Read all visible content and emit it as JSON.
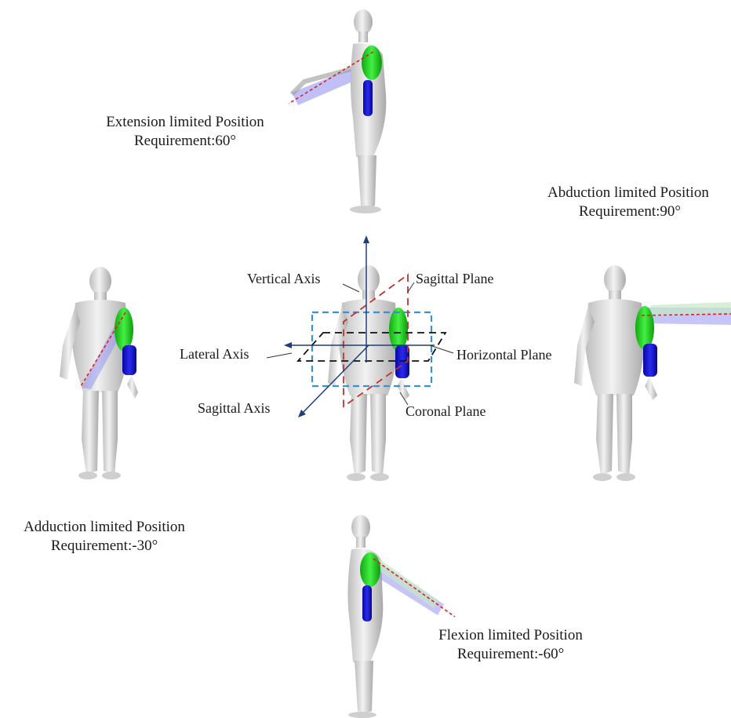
{
  "positions": {
    "extension": {
      "title": "Extension limited Position",
      "requirement": "Requirement:60°"
    },
    "abduction": {
      "title": "Abduction limited Position",
      "requirement": "Requirement:90°"
    },
    "adduction": {
      "title": "Adduction limited Position",
      "requirement": "Requirement:-30°"
    },
    "flexion": {
      "title": "Flexion limited Position",
      "requirement": "Requirement:-60°"
    }
  },
  "axes": {
    "vertical": "Vertical Axis",
    "lateral": "Lateral Axis",
    "sagittal": "Sagittal Axis"
  },
  "planes": {
    "sagittal": "Sagittal Plane",
    "horizontal": "Horizontal Plane",
    "coronal": "Coronal Plane"
  },
  "colors": {
    "body": "#d9d9d9",
    "upper_arm": "#22d422",
    "forearm": "#1010d8",
    "motion_trace": "#8c8cf0",
    "limit_line": "#e02020",
    "axis": "#1f3f7a",
    "coronal_plane": "#3c8fd0",
    "sagittal_plane": "#c43030",
    "horizontal_plane": "#111111"
  }
}
